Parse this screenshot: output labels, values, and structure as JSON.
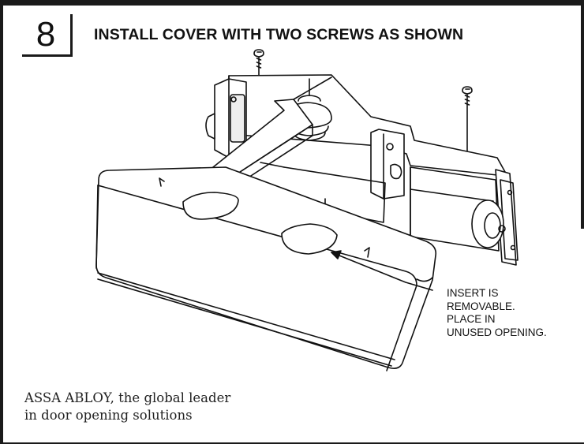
{
  "step": {
    "number": "8",
    "title": "INSTALL COVER WITH TWO SCREWS AS SHOWN"
  },
  "callout": {
    "lines": [
      "INSERT IS",
      "REMOVABLE.",
      "PLACE IN",
      "UNUSED OPENING."
    ]
  },
  "footer": {
    "tagline_lines": [
      "ASSA ABLOY, the global leader",
      "in door opening solutions"
    ]
  },
  "diagram": {
    "parts": [
      "screw-icon",
      "door-closer-body-icon",
      "arm-icon",
      "cover-icon",
      "insert-icon"
    ]
  }
}
